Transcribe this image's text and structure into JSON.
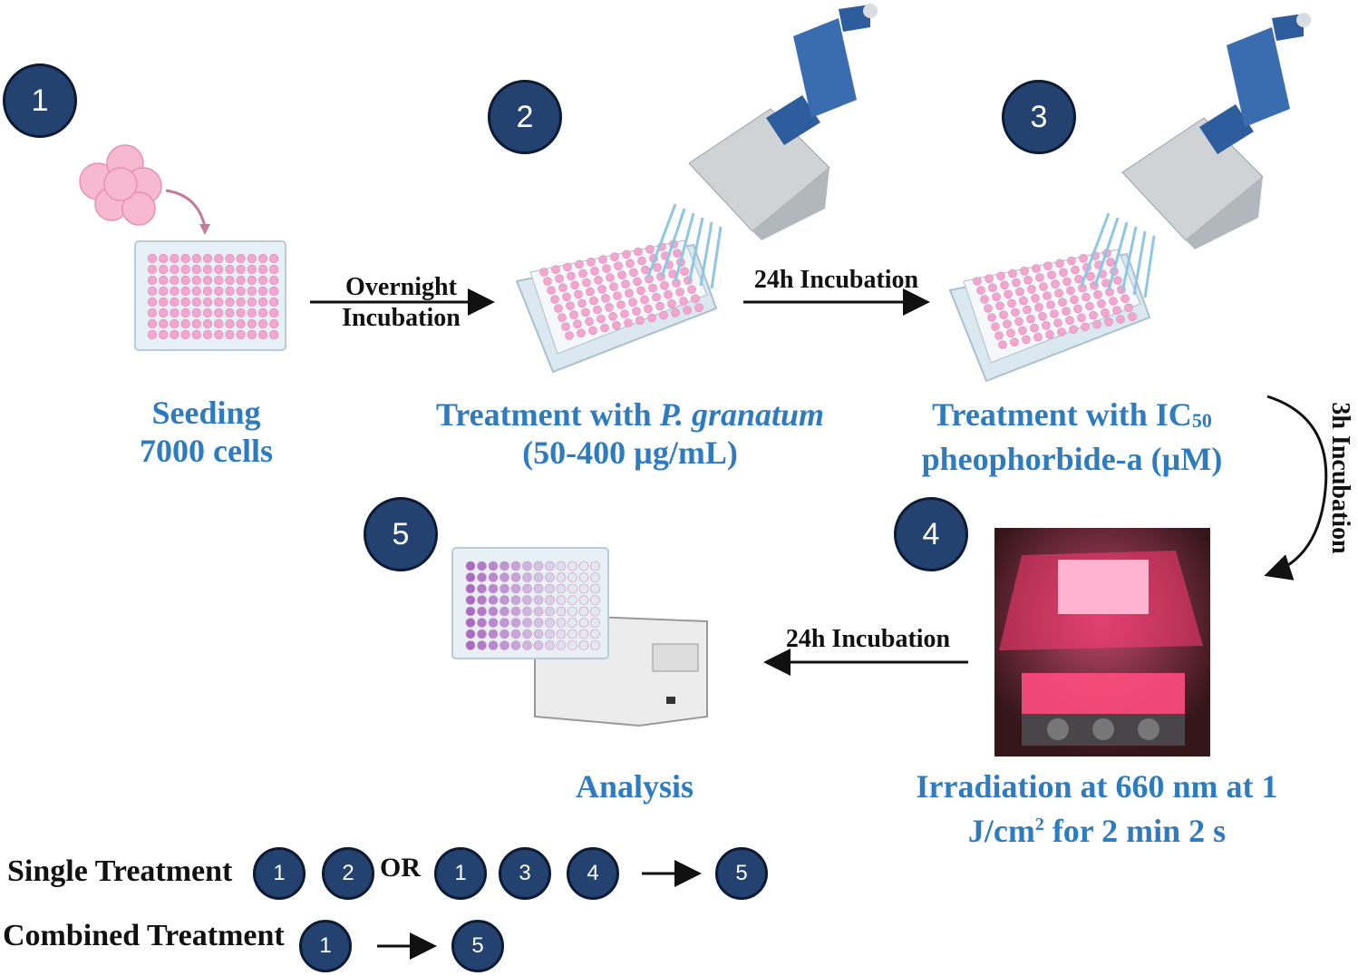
{
  "steps": [
    "1",
    "2",
    "3",
    "4",
    "5"
  ],
  "labels": {
    "seeding_line1": "Seeding",
    "seeding_line2": "7000 cells",
    "treat2_line1_prefix": "Treatment with ",
    "treat2_line1_italic": "P. granatum",
    "treat2_line2": "(50-400 µg/mL)",
    "treat3_line1_prefix": "Treatment with IC",
    "treat3_line1_sub": "50",
    "treat3_line2": "pheophorbide-a (µM)",
    "irradiation_line1": "Irradiation at 660 nm at 1",
    "irradiation_line2_a": "J/cm",
    "irradiation_line2_sup": "2",
    "irradiation_line2_b": " for 2 min 2 s",
    "analysis": "Analysis"
  },
  "arrows": {
    "overnight_line1": "Overnight",
    "overnight_line2": "Incubation",
    "incubation_24h_a": "24h Incubation",
    "incubation_3h": "3h Incubation",
    "incubation_24h_b": "24h Incubation"
  },
  "legend": {
    "single_label": "Single Treatment",
    "or_label": "OR",
    "combined_label": "Combined Treatment",
    "single_seq_a": [
      "1",
      "2"
    ],
    "single_seq_b": [
      "1",
      "3",
      "4"
    ],
    "single_result": "5",
    "combined_seq": [
      "1"
    ],
    "combined_result": "5"
  },
  "colors": {
    "step_fill": "#23426f",
    "label_blue": "#2e7bbf",
    "well_pink": "#f3a6cf",
    "well_purple": "#a86cc7"
  }
}
